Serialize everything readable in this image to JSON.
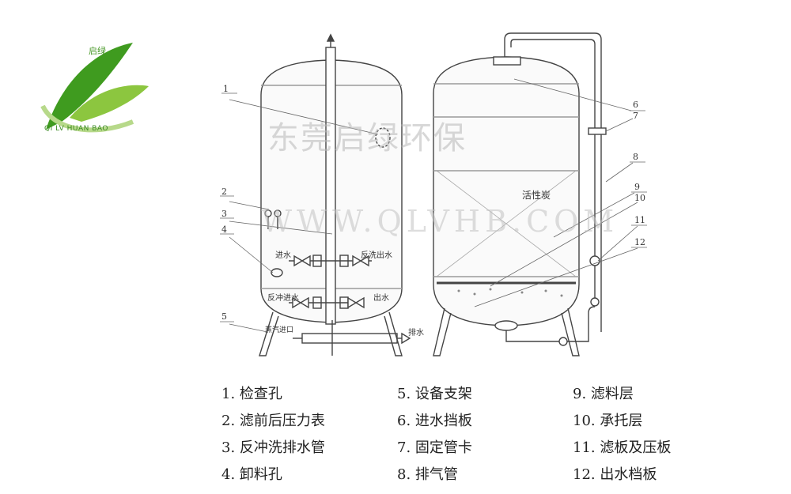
{
  "logo": {
    "brand": "启绿",
    "subtitle": "QI LV HUAN BAO",
    "colors": {
      "leaf_dark": "#3f9b1f",
      "leaf_light": "#8cc63f",
      "swoosh": "#b7d98a"
    }
  },
  "watermark": {
    "company": "东莞启绿环保",
    "url": "WWW.QLVHB.COM"
  },
  "left_tank": {
    "labels": {
      "inlet": "进水",
      "backwash_out": "反洗出水",
      "backwash_in": "反冲进水",
      "outlet": "出水",
      "steam_in": "蒸汽进口",
      "drain": "排水"
    },
    "numbers": [
      "1",
      "2",
      "3",
      "4",
      "5"
    ]
  },
  "right_tank": {
    "labels": {
      "activated_carbon": "活性炭"
    },
    "numbers": [
      "6",
      "7",
      "8",
      "9",
      "10",
      "11",
      "12"
    ]
  },
  "legend": {
    "col1": [
      "1. 检查孔",
      "2. 滤前后压力表",
      "3. 反冲洗排水管",
      "4. 卸料孔"
    ],
    "col2": [
      "5. 设备支架",
      "6. 进水挡板",
      "7. 固定管卡",
      "8. 排气管"
    ],
    "col3": [
      "9. 滤料层",
      "10. 承托层",
      "11. 滤板及压板",
      "12. 出水档板"
    ]
  }
}
